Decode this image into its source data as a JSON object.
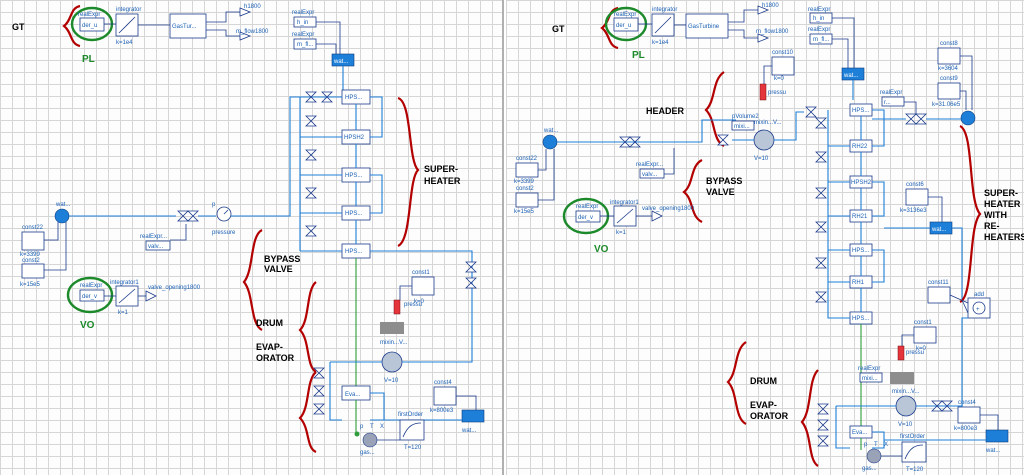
{
  "left": {
    "annotations": {
      "gt": "GT",
      "pl": "PL",
      "vo": "VO",
      "super_heater": [
        "SUPER-",
        "HEATER"
      ],
      "bypass_valve": [
        "BYPASS",
        "VALVE"
      ],
      "drum": "DRUM",
      "evaporator": [
        "EVAP-",
        "ORATOR"
      ]
    },
    "blocks": {
      "realexpr_top": "realExpr",
      "der_u_top": "der_u",
      "integrator": "integrator",
      "integrator_k": "k=1e4",
      "gasturbine": "GasTur...",
      "h1800": "h1800",
      "m_flow1800": "m_flow1800",
      "realexpr_h": "realExpr",
      "h_in": "h_in",
      "realexpr_m": "realExpr",
      "m_fl": "m_fl...",
      "wat_top": "wat...",
      "hps_1": "HPS...",
      "hps_2": "HPSH2",
      "hps_3": "HPS...",
      "hps_4": "HPS...",
      "hps_5": "HPS...",
      "wat_left": "wat...",
      "const22": "const22",
      "k3399": "k=3399",
      "const2": "const2",
      "k15e5": "k=15e5",
      "realexpr_valve": "realExpr...",
      "valv": "valv...",
      "pressure": "pressure",
      "p_label": "p",
      "realexpr_vo": "realExpr",
      "der_v": "der_v",
      "integrator1": "integrator1",
      "integrator1_k": "k=1",
      "valve_opening": "valve_opening1800",
      "const1": "const1",
      "const1_k": "k=0",
      "pressure_small": "pressu",
      "mixing": "mixin...V...",
      "v10": "V=10",
      "const4": "const4",
      "k800": "k=800e3",
      "eva": "Eva...",
      "wat_bottom": "wat...",
      "first_order": "firstOrder",
      "t120": "T=120",
      "gas": "gas...",
      "p": "p",
      "t": "T",
      "x": "X"
    }
  },
  "right": {
    "annotations": {
      "gt": "GT",
      "pl": "PL",
      "vo": "VO",
      "header": "HEADER",
      "bypass_valve": [
        "BYPASS",
        "VALVE"
      ],
      "super_heater": [
        "SUPER-",
        "HEATER",
        "WITH",
        "RE-",
        "HEATERS"
      ],
      "drum": "DRUM",
      "evaporator": [
        "EVAP-",
        "ORATOR"
      ]
    },
    "blocks": {
      "realexpr_top": "realExpr",
      "der_u_top": "der_u",
      "integrator": "integrator",
      "integrator_k": "k=1e4",
      "gasturbine": "GasTurbine",
      "h1800": "h1800",
      "m_flow1800": "m_flow1800",
      "realexpr_h": "realExpr",
      "h_in": "h_in",
      "realexpr_m": "realExpr",
      "m_fl": "m_fl...",
      "wat_top": "wat...",
      "const10": "const10",
      "const10_k": "k=0",
      "pressure_small": "pressu",
      "pvolume2": "pVolume2",
      "mixi": "mixi...",
      "mixin": "mixin...V...",
      "v10": "V=10",
      "const8": "const8",
      "k3604": "k=3604",
      "const9": "const9",
      "k3106": "k=31.06e5",
      "realexpr_r": "realExpr",
      "r_label": "r...",
      "wat_left": "wat...",
      "const22": "const22",
      "k3399": "k=3399",
      "const2": "const2",
      "k15e5": "k=15e5",
      "realexpr_valve": "realExpr...",
      "valv": "valv...",
      "realexpr_vo": "realExpr",
      "der_v": "der_v",
      "integrator1": "integrator1",
      "integrator1_k": "k=1",
      "valve_opening": "valve_opening1800",
      "hps_1": "HPS...",
      "rh22": "RH22",
      "hps_2": "HPSH2",
      "rh21": "RH21",
      "hps_3": "HPS...",
      "rh1": "RH1",
      "hps_4": "HPS...",
      "const6": "const6",
      "k3136": "k=3136e3",
      "wat_mid": "wat...",
      "const11": "const11",
      "add": "add",
      "const1": "const1",
      "const1_k": "k=0",
      "pressure_small2": "pressu",
      "realexpr_b": "realExpr",
      "mixi_b": "mixi...",
      "mixin_b": "mixin...V...",
      "v10_b": "V=10",
      "const4": "const4",
      "k800": "k=800e3",
      "eva": "Eva...",
      "wat_bottom": "wat...",
      "first_order": "firstOrder",
      "t120": "T=120",
      "gas": "gas...",
      "p": "p",
      "t": "T",
      "x": "X"
    }
  }
}
